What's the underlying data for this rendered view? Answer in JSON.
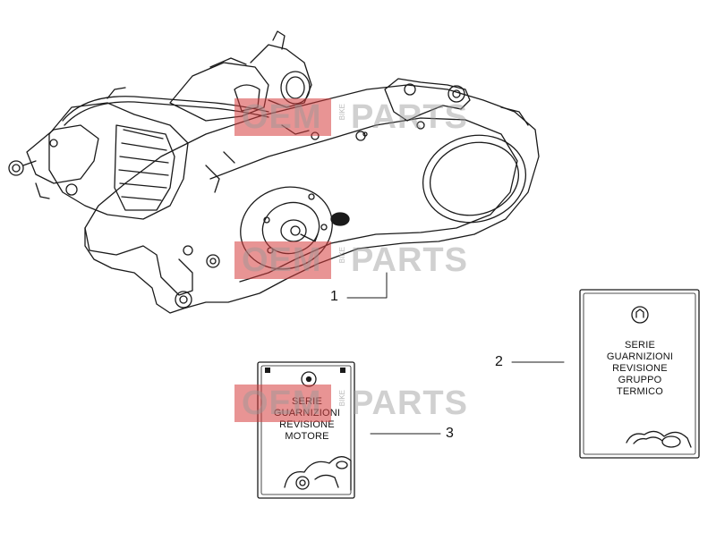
{
  "callouts": [
    {
      "number": "1",
      "part": "Engine assembly"
    },
    {
      "number": "2",
      "part": "Gasket kit - cylinder group"
    },
    {
      "number": "3",
      "part": "Gasket kit - engine"
    }
  ],
  "kit_2_label": [
    "SERIE",
    "GUARNIZIONI",
    "REVISIONE",
    "GRUPPO",
    "TERMICO"
  ],
  "kit_3_label": [
    "SERIE",
    "GUARNIZIONI",
    "REVISIONE",
    "MOTORE"
  ],
  "watermark": {
    "left_text": "OEM",
    "sub_text": "BIKE",
    "right_text": "PARTS"
  },
  "colors": {
    "line": "#1a1a1a",
    "watermark_red": "#d63c3c",
    "watermark_grey": "#9a9a9a"
  }
}
